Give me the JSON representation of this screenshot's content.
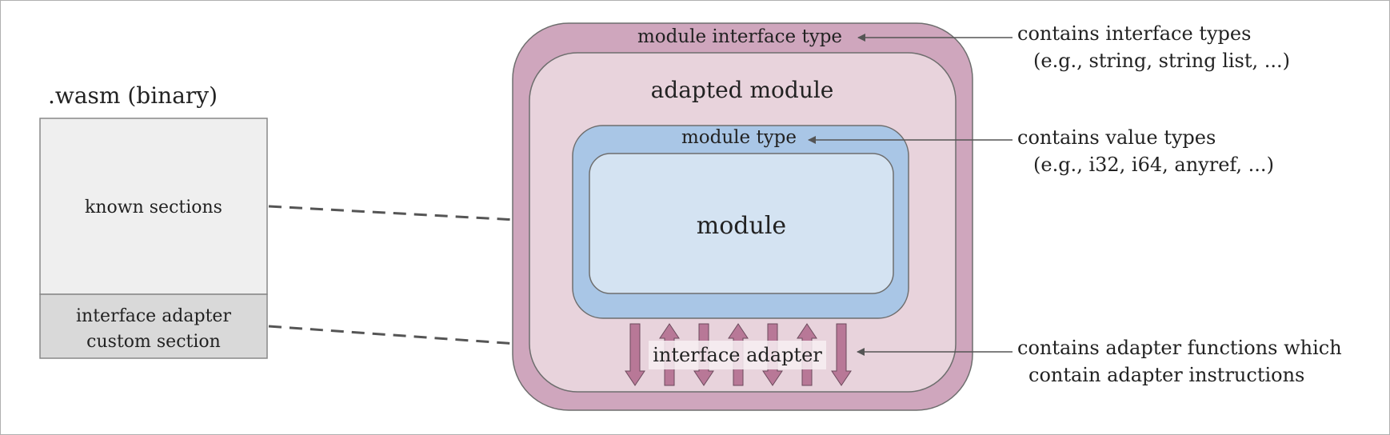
{
  "wasm_file": {
    "title": ".wasm (binary)",
    "known_sections": "known sections",
    "custom_section_line1": "interface adapter",
    "custom_section_line2": "custom section"
  },
  "module_interface": {
    "label": "module interface type",
    "adapted_label": "adapted module",
    "module_type_label": "module type",
    "module_label": "module",
    "adapter_label": "interface adapter"
  },
  "annotations": {
    "interface_types_line1": "contains interface types",
    "interface_types_line2": "(e.g., string, string list, ...)",
    "value_types_line1": "contains value types",
    "value_types_line2": "(e.g., i32, i64, anyref, ...)",
    "adapter_functions_line1": "contains adapter functions which",
    "adapter_functions_line2": "contain adapter instructions"
  },
  "colors": {
    "outer_pink": "#cfa6bd",
    "inner_pink": "#e8d3dc",
    "blue_outer": "#a9c6e6",
    "blue_inner": "#d4e3f2",
    "file_top": "#efefef",
    "file_bottom": "#d9d9d9",
    "adapter_arrow": "#b87897",
    "connector": "#555555"
  },
  "adapter_arrow_directions": [
    "down",
    "up",
    "down",
    "up",
    "down",
    "up",
    "down"
  ]
}
